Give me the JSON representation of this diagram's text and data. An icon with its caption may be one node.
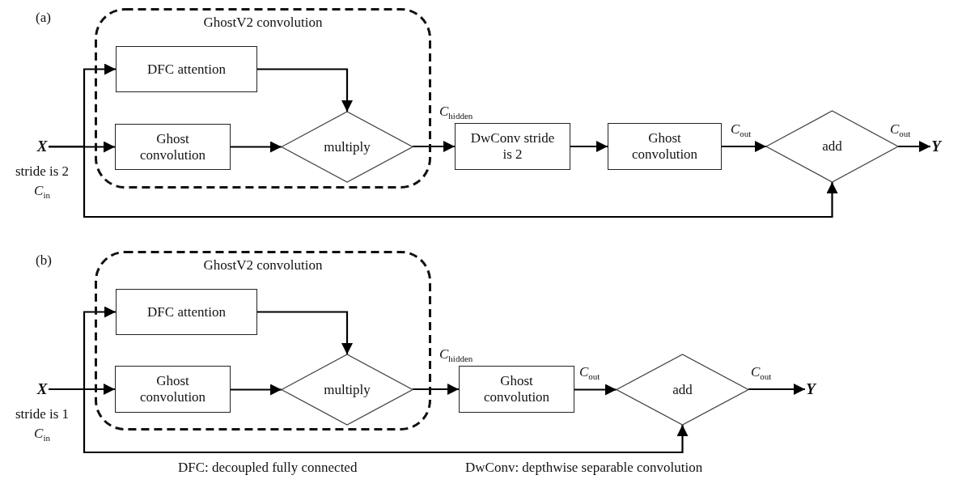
{
  "diagram": {
    "nodes": [
      {
        "text": [
          "X"
        ],
        "beside": [
          "stride is 2",
          "*C*$_{in}$"
        ]
      },
      {
        "text": [
          "GhostV2 convolution"
        ]
      },
      {
        "text": [
          "DFC attention"
        ],
        "in": 1
      },
      {
        "text": [
          "Ghost convolution"
        ],
        "in": 1
      },
      {
        "text": [
          "multiply"
        ],
        "in": 1
      },
      {
        "text": [
          "DwConv stride is 2"
        ]
      },
      {
        "text": [
          "Ghost convolution"
        ]
      },
      {
        "text": [
          "add"
        ]
      },
      {
        "text": [
          "Y"
        ]
      },
      {
        "text": [
          "X"
        ],
        "beside": [
          "stride is 1",
          "*C*$_{in}$"
        ]
      },
      {
        "text": [
          "GhostV2 convolution"
        ]
      },
      {
        "text": [
          "DFC attention"
        ],
        "in": 10
      },
      {
        "text": [
          "Ghost convolution"
        ],
        "in": 10
      },
      {
        "text": [
          "multiply"
        ],
        "in": 10
      },
      {
        "text": [
          "Ghost convolution"
        ]
      },
      {
        "text": [
          "add"
        ]
      },
      {
        "text": [
          "Y"
        ]
      }
    ],
    "edges": [
      {
        "from": 0,
        "to": 2,
        "arrow": "to"
      },
      {
        "from": 0,
        "to": 3,
        "arrow": "to"
      },
      {
        "from": 0,
        "to": 7,
        "arrow": "to"
      },
      {
        "from": 2,
        "to": 4,
        "arrow": "to"
      },
      {
        "from": 3,
        "to": 4,
        "arrow": "to"
      },
      {
        "from": 4,
        "to": 5,
        "arrow": "to",
        "label": "*C*$_{hidden}$"
      },
      {
        "from": 5,
        "to": 6,
        "arrow": "to"
      },
      {
        "from": 6,
        "to": 7,
        "arrow": "to",
        "label": "*C*$_{out}$"
      },
      {
        "from": 7,
        "to": 8,
        "arrow": "to",
        "label": "*C*$_{out}$"
      },
      {
        "from": 9,
        "to": 11,
        "arrow": "to"
      },
      {
        "from": 9,
        "to": 12,
        "arrow": "to"
      },
      {
        "from": 9,
        "to": 15,
        "arrow": "to"
      },
      {
        "from": 11,
        "to": 13,
        "arrow": "to"
      },
      {
        "from": 12,
        "to": 13,
        "arrow": "to"
      },
      {
        "from": 13,
        "to": 14,
        "arrow": "to",
        "label": "*C*$_{hidden}$"
      },
      {
        "from": 14,
        "to": 15,
        "arrow": "to",
        "label": "*C*$_{out}$"
      },
      {
        "from": 15,
        "to": 16,
        "arrow": "to",
        "label": "*C*$_{out}$"
      }
    ],
    "labels": [
      "(a)",
      "(b)",
      "DFC: decoupled fully connected",
      "DwConv: depthwise separable convolution"
    ]
  }
}
